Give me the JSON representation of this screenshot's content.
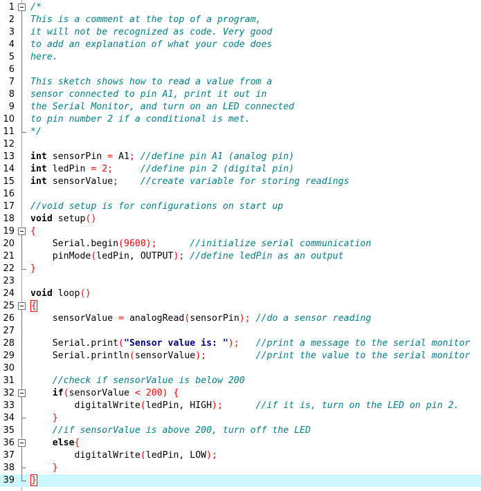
{
  "editor": {
    "current_line": 39,
    "lines": [
      {
        "n": "1",
        "fold": "box",
        "tokens": [
          {
            "t": "cm",
            "v": "/*"
          }
        ]
      },
      {
        "n": "2",
        "fold": "bar",
        "tokens": [
          {
            "t": "cm",
            "v": "This is a comment at the top of a program,"
          }
        ]
      },
      {
        "n": "3",
        "fold": "bar",
        "tokens": [
          {
            "t": "cm",
            "v": "it will not be recognized as code. Very good"
          }
        ]
      },
      {
        "n": "4",
        "fold": "bar",
        "tokens": [
          {
            "t": "cm",
            "v": "to add an explanation of what your code does"
          }
        ]
      },
      {
        "n": "5",
        "fold": "bar",
        "tokens": [
          {
            "t": "cm",
            "v": "here."
          }
        ]
      },
      {
        "n": "6",
        "fold": "bar",
        "tokens": []
      },
      {
        "n": "7",
        "fold": "bar",
        "tokens": [
          {
            "t": "cm",
            "v": "This sketch shows how to read a value from a"
          }
        ]
      },
      {
        "n": "8",
        "fold": "bar",
        "tokens": [
          {
            "t": "cm",
            "v": "sensor connected to pin A1, print it out in"
          }
        ]
      },
      {
        "n": "9",
        "fold": "bar",
        "tokens": [
          {
            "t": "cm",
            "v": "the Serial Monitor, and turn on an LED connected"
          }
        ]
      },
      {
        "n": "10",
        "fold": "bar",
        "tokens": [
          {
            "t": "cm",
            "v": "to pin number 2 if a conditional is met."
          }
        ]
      },
      {
        "n": "11",
        "fold": "end",
        "tokens": [
          {
            "t": "cm",
            "v": "*/"
          }
        ]
      },
      {
        "n": "12",
        "fold": "",
        "tokens": []
      },
      {
        "n": "13",
        "fold": "",
        "tokens": [
          {
            "t": "kw",
            "v": "int"
          },
          {
            "t": "id",
            "v": " sensorPin "
          },
          {
            "t": "op",
            "v": "="
          },
          {
            "t": "id",
            "v": " A1"
          },
          {
            "t": "op",
            "v": ";"
          },
          {
            "t": "id",
            "v": " "
          },
          {
            "t": "cm",
            "v": "//define pin A1 (analog pin)"
          }
        ]
      },
      {
        "n": "14",
        "fold": "",
        "tokens": [
          {
            "t": "kw",
            "v": "int"
          },
          {
            "t": "id",
            "v": " ledPin "
          },
          {
            "t": "op",
            "v": "="
          },
          {
            "t": "id",
            "v": " "
          },
          {
            "t": "num",
            "v": "2"
          },
          {
            "t": "op",
            "v": ";"
          },
          {
            "t": "id",
            "v": "     "
          },
          {
            "t": "cm",
            "v": "//define pin 2 (digital pin)"
          }
        ]
      },
      {
        "n": "15",
        "fold": "",
        "tokens": [
          {
            "t": "kw",
            "v": "int"
          },
          {
            "t": "id",
            "v": " sensorValue"
          },
          {
            "t": "op",
            "v": ";"
          },
          {
            "t": "id",
            "v": "    "
          },
          {
            "t": "cm",
            "v": "//create variable for storing readings"
          }
        ]
      },
      {
        "n": "16",
        "fold": "",
        "tokens": []
      },
      {
        "n": "17",
        "fold": "",
        "tokens": [
          {
            "t": "cm",
            "v": "//void setup is for configurations on start up"
          }
        ]
      },
      {
        "n": "18",
        "fold": "",
        "tokens": [
          {
            "t": "kw",
            "v": "void"
          },
          {
            "t": "id",
            "v": " setup"
          },
          {
            "t": "op",
            "v": "()"
          }
        ]
      },
      {
        "n": "19",
        "fold": "box",
        "tokens": [
          {
            "t": "op",
            "v": "{"
          }
        ]
      },
      {
        "n": "20",
        "fold": "bar",
        "tokens": [
          {
            "t": "id",
            "v": "    Serial.begin"
          },
          {
            "t": "op",
            "v": "("
          },
          {
            "t": "num",
            "v": "9600"
          },
          {
            "t": "op",
            "v": ");"
          },
          {
            "t": "id",
            "v": "      "
          },
          {
            "t": "cm",
            "v": "//initialize serial communication"
          }
        ]
      },
      {
        "n": "21",
        "fold": "bar",
        "tokens": [
          {
            "t": "id",
            "v": "    pinMode"
          },
          {
            "t": "op",
            "v": "("
          },
          {
            "t": "id",
            "v": "ledPin, OUTPUT"
          },
          {
            "t": "op",
            "v": ");"
          },
          {
            "t": "id",
            "v": " "
          },
          {
            "t": "cm",
            "v": "//define ledPin as an output"
          }
        ]
      },
      {
        "n": "22",
        "fold": "end",
        "tokens": [
          {
            "t": "op",
            "v": "}"
          }
        ]
      },
      {
        "n": "23",
        "fold": "",
        "tokens": []
      },
      {
        "n": "24",
        "fold": "",
        "tokens": [
          {
            "t": "kw",
            "v": "void"
          },
          {
            "t": "id",
            "v": " loop"
          },
          {
            "t": "op",
            "v": "()"
          }
        ]
      },
      {
        "n": "25",
        "fold": "box",
        "tokens": [
          {
            "t": "bracehl",
            "v": "{"
          }
        ]
      },
      {
        "n": "26",
        "fold": "bar",
        "tokens": [
          {
            "t": "id",
            "v": "    sensorValue "
          },
          {
            "t": "op",
            "v": "="
          },
          {
            "t": "id",
            "v": " analogRead"
          },
          {
            "t": "op",
            "v": "("
          },
          {
            "t": "id",
            "v": "sensorPin"
          },
          {
            "t": "op",
            "v": ");"
          },
          {
            "t": "id",
            "v": " "
          },
          {
            "t": "cm",
            "v": "//do a sensor reading"
          }
        ]
      },
      {
        "n": "27",
        "fold": "bar",
        "tokens": []
      },
      {
        "n": "28",
        "fold": "bar",
        "tokens": [
          {
            "t": "id",
            "v": "    Serial.print"
          },
          {
            "t": "op",
            "v": "("
          },
          {
            "t": "str",
            "v": "\"Sensor value is: \""
          },
          {
            "t": "op",
            "v": ");"
          },
          {
            "t": "id",
            "v": "   "
          },
          {
            "t": "cm",
            "v": "//print a message to the serial monitor"
          }
        ]
      },
      {
        "n": "29",
        "fold": "bar",
        "tokens": [
          {
            "t": "id",
            "v": "    Serial.println"
          },
          {
            "t": "op",
            "v": "("
          },
          {
            "t": "id",
            "v": "sensorValue"
          },
          {
            "t": "op",
            "v": ");"
          },
          {
            "t": "id",
            "v": "         "
          },
          {
            "t": "cm",
            "v": "//print the value to the serial monitor"
          }
        ]
      },
      {
        "n": "30",
        "fold": "bar",
        "tokens": []
      },
      {
        "n": "31",
        "fold": "bar",
        "tokens": [
          {
            "t": "id",
            "v": "    "
          },
          {
            "t": "cm",
            "v": "//check if sensorValue is below 200"
          }
        ]
      },
      {
        "n": "32",
        "fold": "box",
        "tokens": [
          {
            "t": "id",
            "v": "    "
          },
          {
            "t": "kw",
            "v": "if"
          },
          {
            "t": "op",
            "v": "("
          },
          {
            "t": "id",
            "v": "sensorValue "
          },
          {
            "t": "op",
            "v": "<"
          },
          {
            "t": "id",
            "v": " "
          },
          {
            "t": "num",
            "v": "200"
          },
          {
            "t": "op",
            "v": ")"
          },
          {
            "t": "id",
            "v": " "
          },
          {
            "t": "op",
            "v": "{"
          }
        ]
      },
      {
        "n": "33",
        "fold": "bar",
        "tokens": [
          {
            "t": "id",
            "v": "        digitalWrite"
          },
          {
            "t": "op",
            "v": "("
          },
          {
            "t": "id",
            "v": "ledPin, HIGH"
          },
          {
            "t": "op",
            "v": ");"
          },
          {
            "t": "id",
            "v": "      "
          },
          {
            "t": "cm",
            "v": "//if it is, turn on the LED on pin 2."
          }
        ]
      },
      {
        "n": "34",
        "fold": "tick",
        "tokens": [
          {
            "t": "id",
            "v": "    "
          },
          {
            "t": "op",
            "v": "}"
          }
        ]
      },
      {
        "n": "35",
        "fold": "bar",
        "tokens": [
          {
            "t": "id",
            "v": "    "
          },
          {
            "t": "cm",
            "v": "//if sensorValue is above 200, turn off the LED"
          }
        ]
      },
      {
        "n": "36",
        "fold": "box",
        "tokens": [
          {
            "t": "id",
            "v": "    "
          },
          {
            "t": "kw",
            "v": "else"
          },
          {
            "t": "op",
            "v": "{"
          }
        ]
      },
      {
        "n": "37",
        "fold": "bar",
        "tokens": [
          {
            "t": "id",
            "v": "        digitalWrite"
          },
          {
            "t": "op",
            "v": "("
          },
          {
            "t": "id",
            "v": "ledPin, LOW"
          },
          {
            "t": "op",
            "v": ");"
          }
        ]
      },
      {
        "n": "38",
        "fold": "tick",
        "tokens": [
          {
            "t": "id",
            "v": "    "
          },
          {
            "t": "op",
            "v": "}"
          }
        ]
      },
      {
        "n": "39",
        "fold": "end",
        "tokens": [
          {
            "t": "bracehl",
            "v": "}"
          }
        ]
      }
    ]
  }
}
